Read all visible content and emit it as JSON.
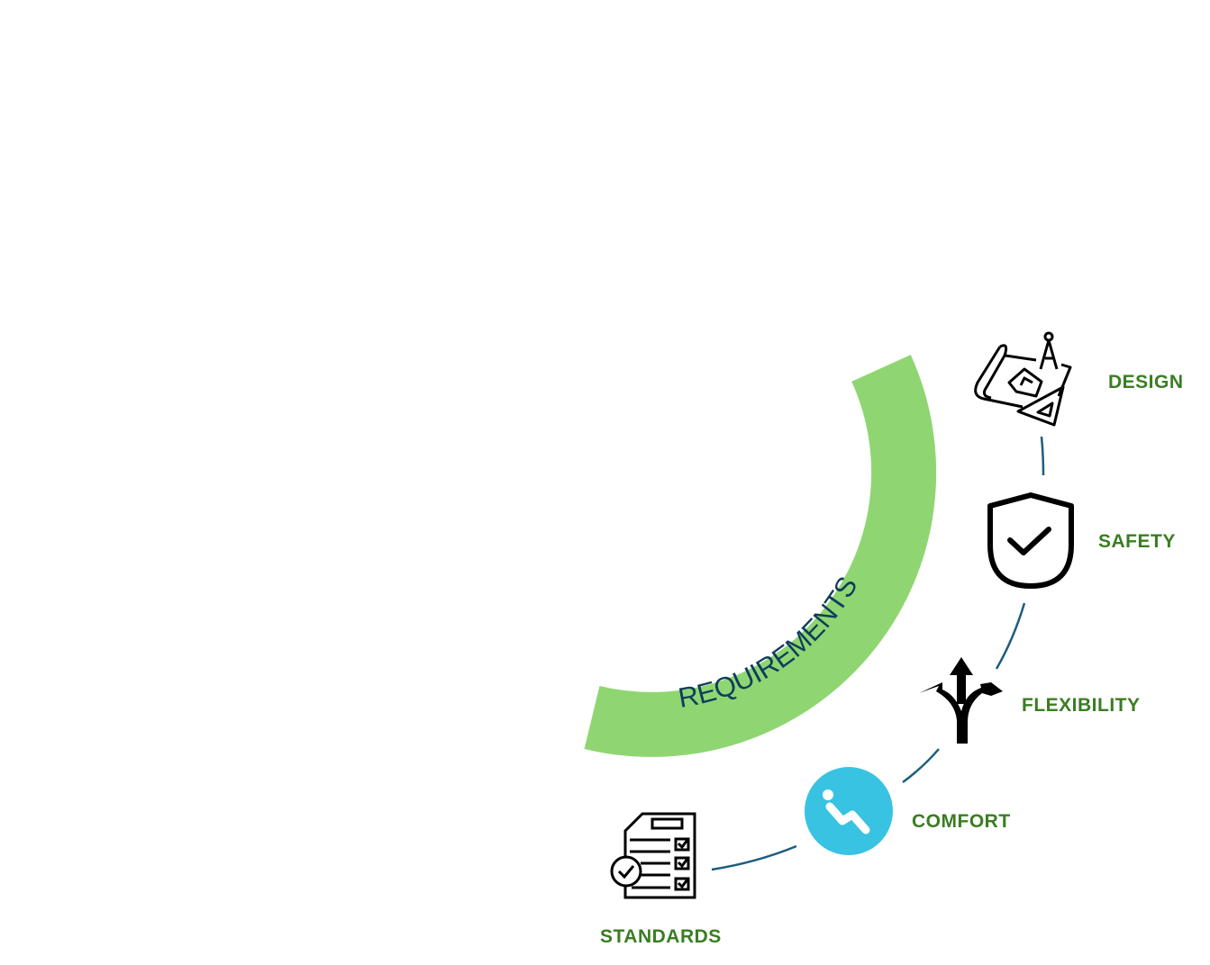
{
  "title": "REQUIREMENTS",
  "colors": {
    "arc": "#8fd672",
    "title": "#0f3d5c",
    "label": "#3a7d22",
    "connector": "#1d5d7e",
    "comfort": "#38c3e2",
    "icon": "#000000"
  },
  "items": [
    {
      "label": "DESIGN",
      "icon": "blueprint-icon"
    },
    {
      "label": "SAFETY",
      "icon": "shield-check-icon"
    },
    {
      "label": "FLEXIBILITY",
      "icon": "split-arrows-icon"
    },
    {
      "label": "COMFORT",
      "icon": "reclining-seat-icon"
    },
    {
      "label": "STANDARDS",
      "icon": "checklist-document-icon"
    }
  ]
}
